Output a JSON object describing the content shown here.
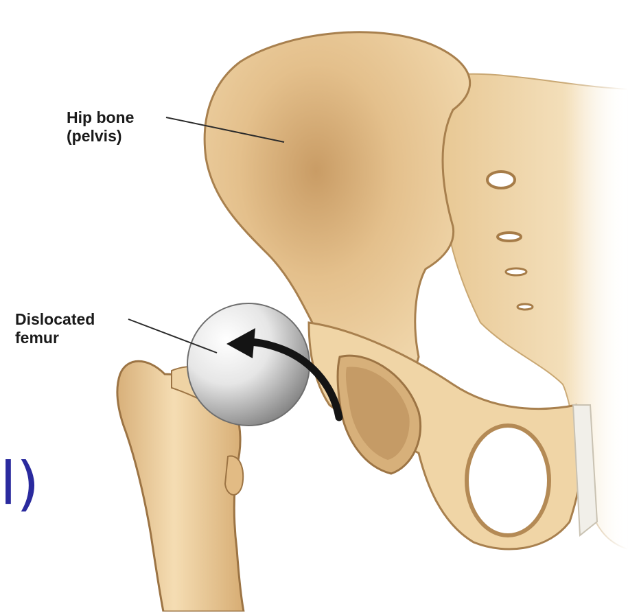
{
  "labels": {
    "hip_bone_line1": "Hip bone",
    "hip_bone_line2": "(pelvis)",
    "femur_line1": "Dislocated",
    "femur_line2": "femur"
  },
  "edge_glyph": "l)",
  "colors": {
    "bone_light": "#f3dbb0",
    "bone_mid": "#e2bd86",
    "bone_dark": "#b88a52",
    "bone_outline": "#9c7444",
    "cartilage_light": "#f4f4f4",
    "cartilage_dark": "#8f8f8f",
    "arrow": "#141414",
    "glyph": "#2a2a9e"
  },
  "icons": {
    "arrow": "curved-arrow-icon"
  }
}
